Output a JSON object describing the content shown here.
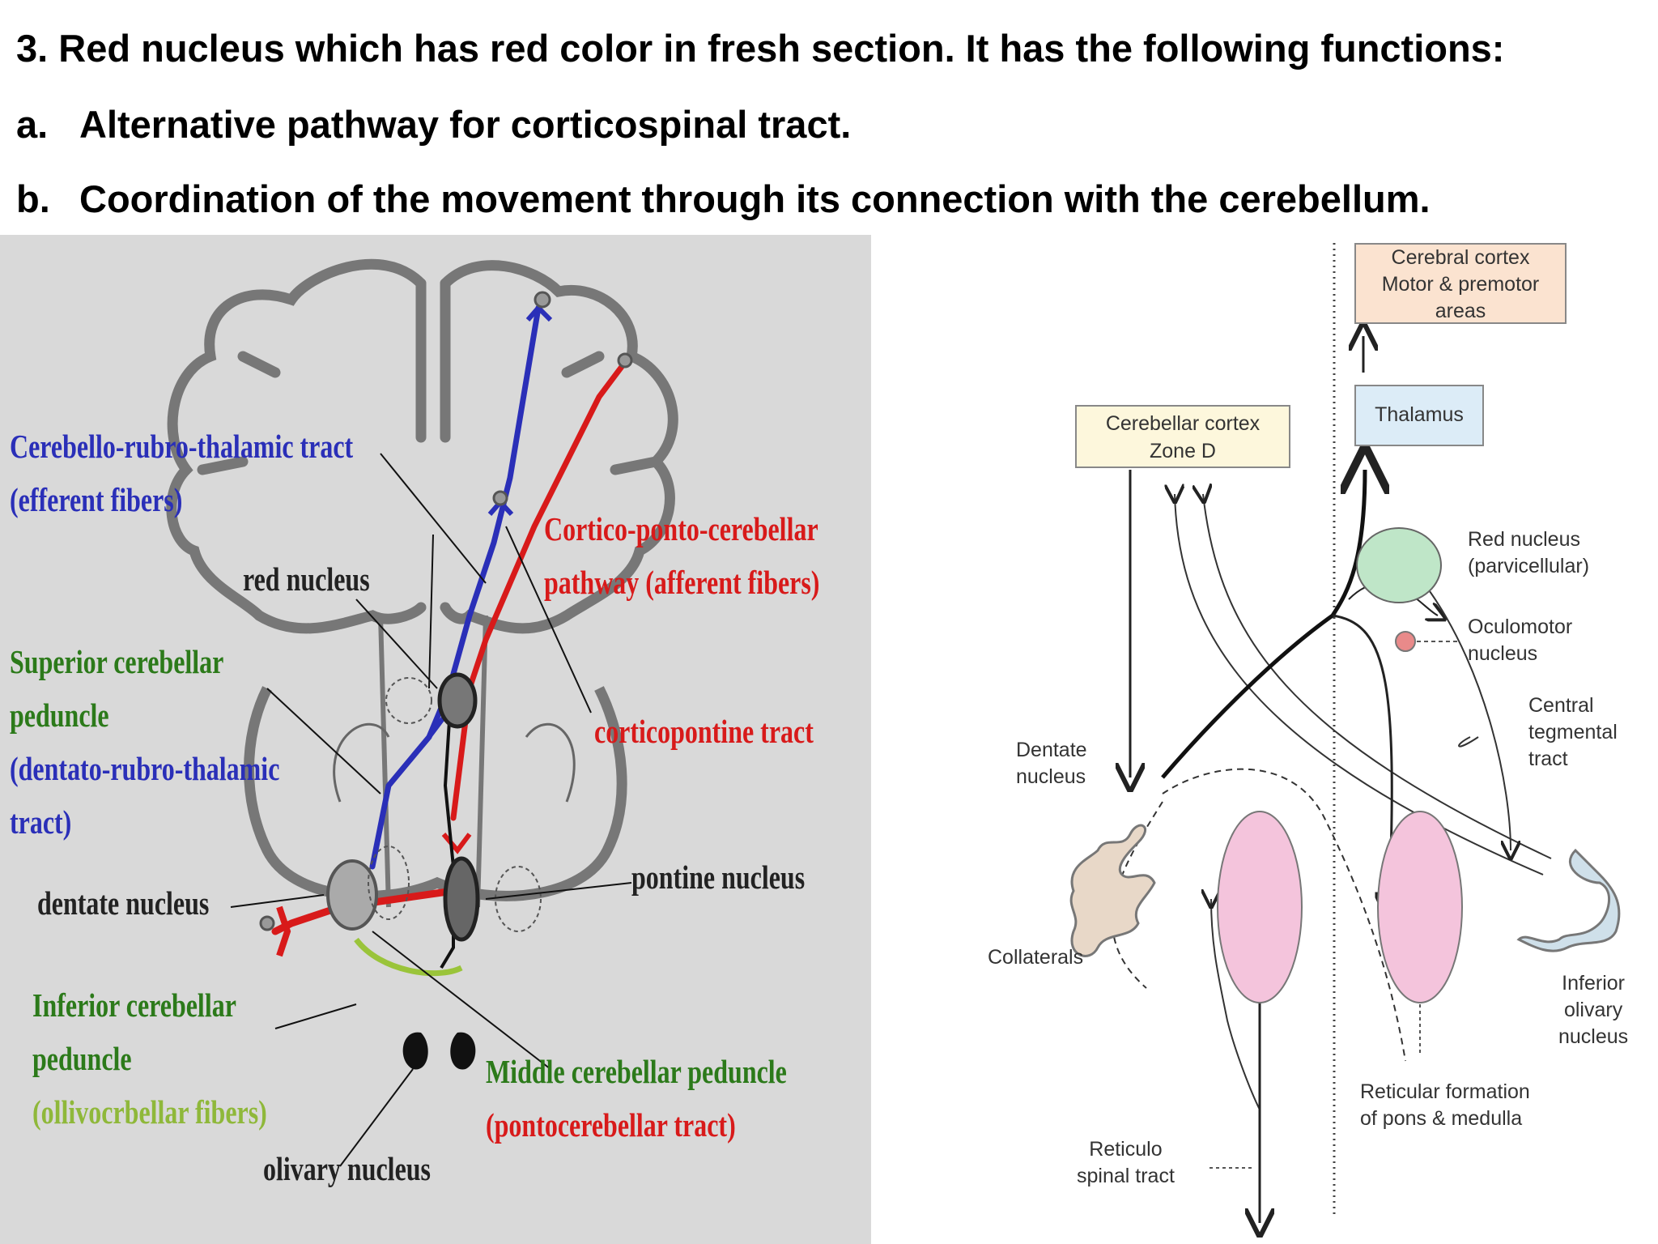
{
  "heading": {
    "line1": "3. Red nucleus which has red color in fresh section. It has the following functions:",
    "line2_marker": "a.",
    "line2_text": "Alternative pathway for corticospinal tract.",
    "line3_marker": "b.",
    "line3_text": "Coordination of the movement through its connection with the cerebellum."
  },
  "left_diagram": {
    "labels": {
      "cerebello_rubro_1": "Cerebello-rubro-thalamic tract",
      "cerebello_rubro_2": "(efferent fibers)",
      "red_nucleus": "red nucleus",
      "cortico_ponto_1": "Cortico-ponto-cerebellar",
      "cortico_ponto_2": "pathway (afferent fibers)",
      "superior_1": "Superior cerebellar",
      "superior_2": "peduncle",
      "superior_3": "(dentato-rubro-thalamic",
      "superior_4": "tract)",
      "corticopontine": "corticopontine tract",
      "pontine_nucleus": "pontine nucleus",
      "dentate_nucleus": "dentate nucleus",
      "inferior_1": "Inferior cerebellar",
      "inferior_2": "peduncle",
      "inferior_3": "(ollivocrbellar fibers)",
      "middle_1": "Middle cerebellar peduncle",
      "middle_2": "(pontocerebellar tract)",
      "olivary_nucleus": "olivary nucleus"
    },
    "colors": {
      "blue": "#2a2fb8",
      "red": "#d81a1a",
      "green": "#2c7a1a",
      "light_green": "#8fb83a",
      "outline": "#777777"
    }
  },
  "right_diagram": {
    "boxes": {
      "cerebral_cortex_1": "Cerebral cortex",
      "cerebral_cortex_2": "Motor & premotor",
      "cerebral_cortex_3": "areas",
      "thalamus": "Thalamus",
      "cerebellar_cortex_1": "Cerebellar cortex",
      "cerebellar_cortex_2": "Zone D"
    },
    "labels": {
      "red_nucleus_1": "Red nucleus",
      "red_nucleus_2": "(parvicellular)",
      "oculomotor_1": "Oculomotor",
      "oculomotor_2": "nucleus",
      "central_1": "Central",
      "central_2": "tegmental",
      "central_3": "tract",
      "dentate_1": "Dentate",
      "dentate_2": "nucleus",
      "collaterals": "Collaterals",
      "inferior_olivary_1": "Inferior",
      "inferior_olivary_2": "olivary",
      "inferior_olivary_3": "nucleus",
      "reticular_1": "Reticular formation",
      "reticular_2": "of pons & medulla",
      "reticulo_1": "Reticulo",
      "reticulo_2": "spinal tract"
    },
    "colors": {
      "cortex_box": "#fbe3d0",
      "thalamus_box": "#dcecf7",
      "cerebellar_box": "#fdf7dc",
      "red_nucleus": "#bfe6c8",
      "oculomotor": "#e98a8a",
      "reticular": "#f4c4dc",
      "dentate": "#e8d8c8",
      "olivary": "#cfe0ea"
    }
  }
}
